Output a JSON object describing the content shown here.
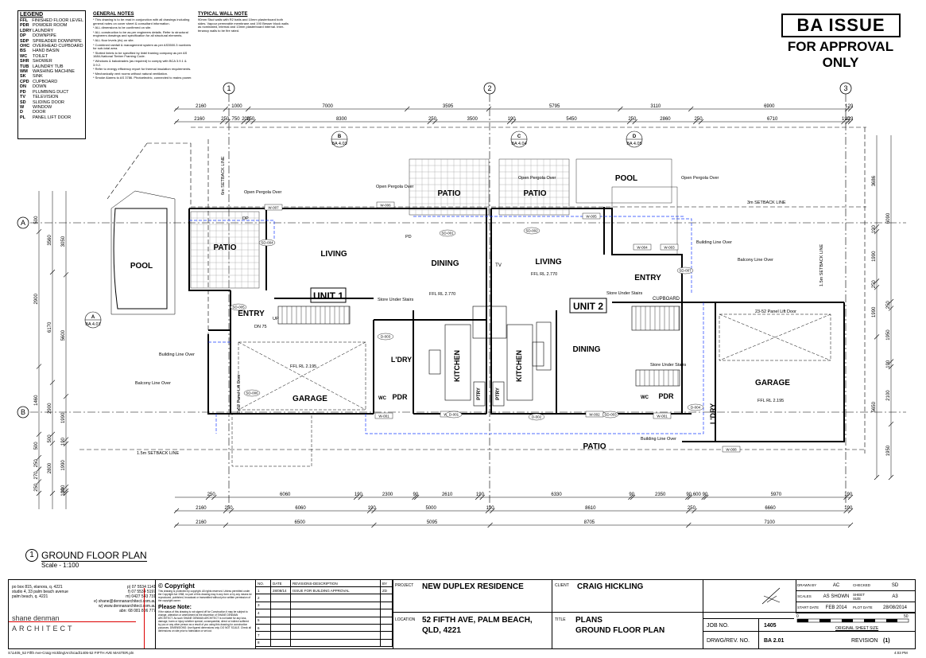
{
  "legend": {
    "title": "LEGEND",
    "items": [
      [
        "FFL",
        "FINISHED FLOOR LEVEL"
      ],
      [
        "PDR",
        "POWDER ROOM"
      ],
      [
        "LDRY",
        "LAUNDRY"
      ],
      [
        "DP",
        "DOWNPIPE"
      ],
      [
        "SDP",
        "SPREADER DOWNPIPE"
      ],
      [
        "OHC",
        "OVERHEAD CUPBOARD"
      ],
      [
        "BS",
        "HAND BASIN"
      ],
      [
        "WC",
        "TOILET"
      ],
      [
        "SHR",
        "SHOWER"
      ],
      [
        "TUB",
        "LAUNDRY TUB"
      ],
      [
        "WM",
        "WASHING MACHINE"
      ],
      [
        "SK",
        "SINK"
      ],
      [
        "CPD",
        "CUPBOARD"
      ],
      [
        "DN",
        "DOWN"
      ],
      [
        "PD",
        "PLUMBING DUCT"
      ],
      [
        "TV",
        "TELEVISION"
      ],
      [
        "SD",
        "SLIDING DOOR"
      ],
      [
        "W",
        "WINDOW"
      ],
      [
        "D",
        "DOOR"
      ],
      [
        "PL",
        "PANEL LIFT DOOR"
      ]
    ]
  },
  "general_notes": {
    "title": "GENERAL NOTES",
    "items": [
      "* This drawing is to be read in conjunction with all drawings including general notes on cover sheet & consultant information.",
      "* ALL dimensions to be confirmed on site.",
      "* ALL construction to be as per engineers details. Refer to structural engineers drawings and specification for all structural elements.",
      "* ALL floor levels (rls) on site.",
      "* Combined rainfall & management system as per AS3500.3 numbers for sub-total area.",
      "* Slotted lintels to be specified by lintel framing company as per AS 1684-National Timber Framing Code.",
      "* Windows & balustrades (as required) to comply with BCA 3.9.1 & 3.9.2.",
      "* Refer to energy efficiency report for thermal insulation requirements.",
      "* Mechanically vent rooms without natural ventilation.",
      "* Smoke Alarms to AS 3786. Photoelectric, connected to mains power."
    ]
  },
  "wall_note": {
    "title": "TYPICAL WALL NOTE",
    "text": "90mm Stud walls with R2 batts and 10mm plasterboard both sides. Vapour permeable membrane and 190 Besser block walls as nominated, internal and 13mm plasterboard internal. Inter-tenancy walls to be fire rated."
  },
  "issue": {
    "line1": "BA ISSUE",
    "line2": "FOR APPROVAL ONLY"
  },
  "grid": {
    "cols": [
      "1",
      "2",
      "3"
    ],
    "rows": [
      "A",
      "B"
    ]
  },
  "dims": {
    "top1": [
      "2160",
      "1000",
      "7000",
      "3595",
      "5795",
      "3110",
      "6900",
      "129"
    ],
    "top2": [
      "2160",
      "250",
      "750",
      "200",
      "250",
      "8300",
      "250",
      "3500",
      "190",
      "5450",
      "250",
      "2860",
      "250",
      "6710",
      "190",
      "129"
    ],
    "bot1": [
      "250",
      "6060",
      "190",
      "2300",
      "90",
      "2610",
      "190",
      "6330",
      "90",
      "2350",
      "90",
      "600",
      "90",
      "5970",
      "190"
    ],
    "bot2": [
      "2160",
      "250",
      "6060",
      "190",
      "5000",
      "190",
      "8610",
      "250",
      "6660",
      "190"
    ],
    "bot3": [
      "2160",
      "6500",
      "5095",
      "8705",
      "7100"
    ],
    "left": [
      "500",
      "2900",
      "1460",
      "500",
      "250",
      "270",
      "250",
      "3560",
      "6170",
      "2900",
      "500",
      "2800",
      "3050",
      "5600",
      "1990",
      "190",
      "1990",
      "190",
      "100"
    ],
    "right": [
      "3686",
      "190",
      "1990",
      "250",
      "1990",
      "5650",
      "6090",
      "250",
      "1950",
      "190",
      "2100",
      "1950"
    ]
  },
  "plan": {
    "rooms": {
      "pool_left": "POOL",
      "patio_left": "PATIO",
      "living1": "LIVING",
      "unit1": "UNIT 1",
      "entry1": "ENTRY",
      "garage1": "GARAGE",
      "dining1": "DINING",
      "kitchen1": "KITCHEN",
      "ldry1": "L'DRY",
      "pdr1": "PDR",
      "pdr1_wc": "WC",
      "patio1": "PATIO",
      "patio2": "PATIO",
      "pool_right": "POOL",
      "living2": "LIVING",
      "dining2": "DINING",
      "kitchen2": "KITCHEN",
      "unit2": "UNIT 2",
      "entry2": "ENTRY",
      "garage2": "GARAGE",
      "pdr2": "PDR",
      "pdr2_wc": "WC",
      "ldry2": "L'DRY",
      "patio_bottom": "PATIO",
      "cupboard": "CUPBOARD",
      "pantry": "PTRY",
      "tv": "TV"
    },
    "labels": {
      "open_pergola_1": "Open Pergola Over",
      "open_pergola_2": "Open Pergola Over",
      "open_pergola_3": "Open Pergola Over",
      "open_pergola_4": "Open Pergola Over",
      "setback_6m": "6m SETBACK LINE",
      "setback_3m": "3m SETBACK LINE",
      "setback_15_bottom": "1.5m SETBACK LINE",
      "setback_15_right": "1.5m SETBACK LINE",
      "building_line_1": "Building Line Over",
      "building_line_2": "Building Line Over",
      "building_line_3": "Building Line Over",
      "balcony_1": "Balcony Line Over",
      "balcony_2": "Balcony Line Over",
      "store1": "Store Under Stairs",
      "store2": "Store Under Stairs",
      "store3": "Store Under Stairs",
      "panel_lift_1": "2x52 Panel Lift Door",
      "panel_lift_2": "23-52 Panel Lift Door",
      "ffl_living1": "FFL RL 2.770",
      "ffl_living2": "FFL RL 2.770",
      "ffl_garage1": "FFL RL 2.195",
      "ffl_garage2": "FFL RL 2.195",
      "up": "UP",
      "dn": "DN 75",
      "pd": "PD",
      "dp": "DP"
    },
    "windows": [
      "W-007",
      "W-006",
      "W-001",
      "W-004",
      "W-003",
      "W-005",
      "W-002",
      "W-001",
      "W-002",
      "W-008"
    ],
    "doors": [
      "SD-001",
      "SD-002",
      "D-001",
      "D-002",
      "SD-003",
      "SD-004",
      "SD-005",
      "SD-006",
      "D-003",
      "D-004",
      "SD-007"
    ],
    "sections": [
      {
        "letter": "A",
        "ref": "BA 4.01"
      },
      {
        "letter": "B",
        "ref": "BA 4.03"
      },
      {
        "letter": "C",
        "ref": "BA 4.04"
      },
      {
        "letter": "D",
        "ref": "BA 4.05"
      }
    ]
  },
  "drawing_title": {
    "num": "1",
    "title": "GROUND FLOOR PLAN",
    "scale": "Scale - 1:100"
  },
  "title_block": {
    "office": {
      "addr1": "po box 815, elanora, q. 4221",
      "addr2": "studio 4, 33 palm beach avenue",
      "addr3": "palm beach, q. 4221",
      "ph1": "p) 07 5534 1141",
      "ph2": "f) 07 5534 5197",
      "ph3": "m) 0427 543 731",
      "email": "e) shane@dennanarchitect.com.au",
      "web": "w) www.dennanarchitect.com.au",
      "abn": "abn: 68 081 806 777",
      "name": "shane denman",
      "firm": "ARCHITECT"
    },
    "copyright_title": "© Copyright",
    "copyright_text": "This drawing is protected by copyright. All rights reserved. Unless permitted under the Copyright Act 1968, no part of this drawing may in any form or by any means be reproduced, published, broadcast or transmitted without prior written permission of the copyright owner.",
    "note_title": "Please Note:",
    "note_text": "If the status of this drawing is not signed off for Construction it may be subject to change, alteration or amendment at the discretion of SHANE DENMAN ARCHITECT. As such SHANE DENMAN ARCHITECT is not liable for any loss, damage, harm or injury whether special, consequential, direct or indirect suffered by you or any other person as a result of you using this drawing for construction purposes. DIMENSIONS: Use figured dimensions only. DO NOT SCALE. Check all dimensions on site prior to fabrication or set out.",
    "rev_headers": [
      "NO.",
      "DATE",
      "REVISIONS-DESCRIPTION",
      "BY"
    ],
    "revisions": [
      [
        "1",
        "28/08/14",
        "ISSUE FOR BUILDING APPROVAL",
        "ZD"
      ],
      [
        "2",
        "",
        "",
        ""
      ],
      [
        "3",
        "",
        "",
        ""
      ],
      [
        "4",
        "",
        "",
        ""
      ],
      [
        "5",
        "",
        "",
        ""
      ],
      [
        "6",
        "",
        "",
        ""
      ],
      [
        "7",
        "",
        "",
        ""
      ],
      [
        "8",
        "",
        "",
        ""
      ]
    ],
    "project_label": "PROJECT",
    "project": "NEW DUPLEX RESIDENCE",
    "client_label": "CLIENT",
    "client": "CRAIG HICKLING",
    "location_label": "LOCATION",
    "location1": "52 FIFTH AVE, PALM BEACH,",
    "location2": "QLD, 4221",
    "title_label": "TITLE",
    "title1": "PLANS",
    "title2": "GROUND FLOOR PLAN",
    "drawn_by_label": "DRAWN BY",
    "drawn_by": "AC",
    "checked_label": "CHECKED",
    "checked": "SD",
    "scales_label": "SCALES",
    "scales": "AS SHOWN",
    "sheet_label": "SHEET SIZE",
    "sheet": "A3",
    "start_label": "START DATE",
    "start": "FEB 2014",
    "plot_label": "PLOT DATE",
    "plot": "28/08/2014",
    "scale_bar_0": "0",
    "scale_bar_50": "50",
    "orig_sheet": "ORIGINAL SHEET SIZE",
    "job_label": "JOB NO.",
    "job": "1405",
    "dwg_label": "DRWG/REV. NO.",
    "dwg": "BA 2.01",
    "revision_label": "REVISION",
    "revision": "(1)"
  },
  "footer": {
    "path": "S:\\1405_52 Fifth Ave-Craig Hickling\\Archicad\\1405-52 FIFTH AVE MASTER.pln",
    "time": "4:03 PM"
  }
}
